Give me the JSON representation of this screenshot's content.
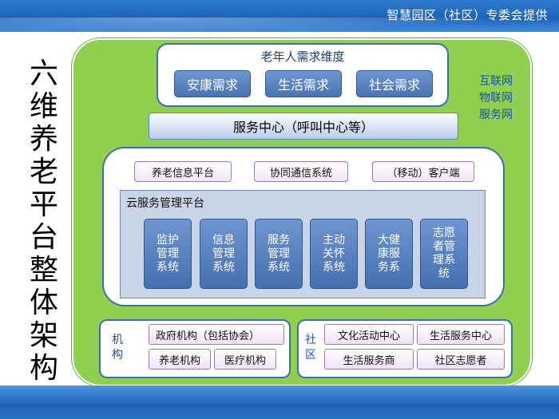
{
  "header": {
    "text": "智慧园区（社区）专委会提供"
  },
  "vertical_title": [
    "六",
    "维",
    "养",
    "老",
    "平",
    "台",
    "整",
    "体",
    "架",
    "构"
  ],
  "side_labels": [
    "互联网",
    "物联网",
    "服务网"
  ],
  "needs": {
    "title": "老年人需求维度",
    "items": [
      "安康需求",
      "生活需求",
      "社会需求"
    ]
  },
  "service_center": "服务中心（呼叫中心等）",
  "platform": {
    "chips": [
      "养老信息平台",
      "协同通信系统",
      "（移动）客户端"
    ],
    "cloud": {
      "title": "云服务管理平台",
      "systems": [
        "监护管理系统",
        "信息管理系统",
        "服务管理系统",
        "主动关怀系统",
        "大健康服务系",
        "志愿者管理系统"
      ]
    }
  },
  "institutions": {
    "label": "机构",
    "items": [
      "政府机构（包括协会）",
      "养老机构",
      "医疗机构"
    ]
  },
  "community": {
    "label": "社区",
    "items": [
      "文化活动中心",
      "生活服务中心",
      "生活服务商",
      "社区志愿者"
    ]
  }
}
